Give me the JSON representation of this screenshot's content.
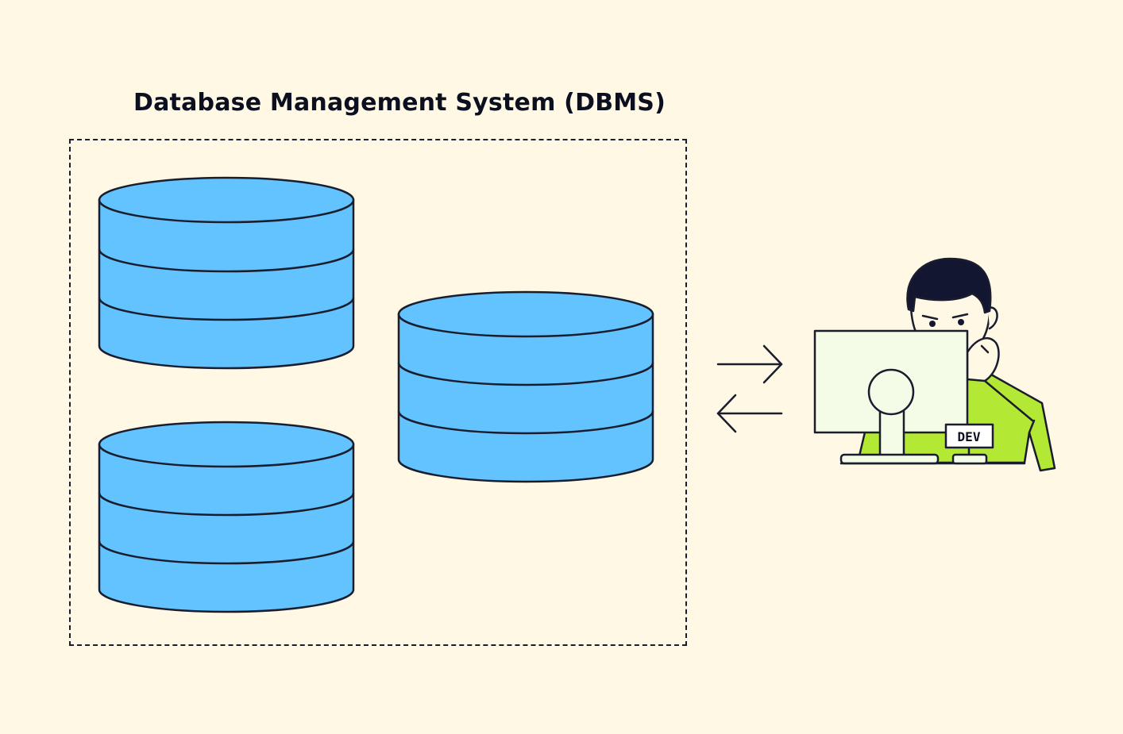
{
  "diagram": {
    "title": "Database Management System (DBMS)",
    "developer_badge": "DEV"
  },
  "colors": {
    "background": "#FEF8E4",
    "database_fill": "#63C3FF",
    "outline": "#1A1D2E",
    "shirt": "#B3E934",
    "monitor_screen": "#F4FBE6",
    "hair": "#121631",
    "skin": "#FEF8E4"
  },
  "icons": {
    "database": "database-icon",
    "arrow_right": "arrow-right-icon",
    "arrow_left": "arrow-left-icon",
    "developer": "developer-illustration"
  }
}
